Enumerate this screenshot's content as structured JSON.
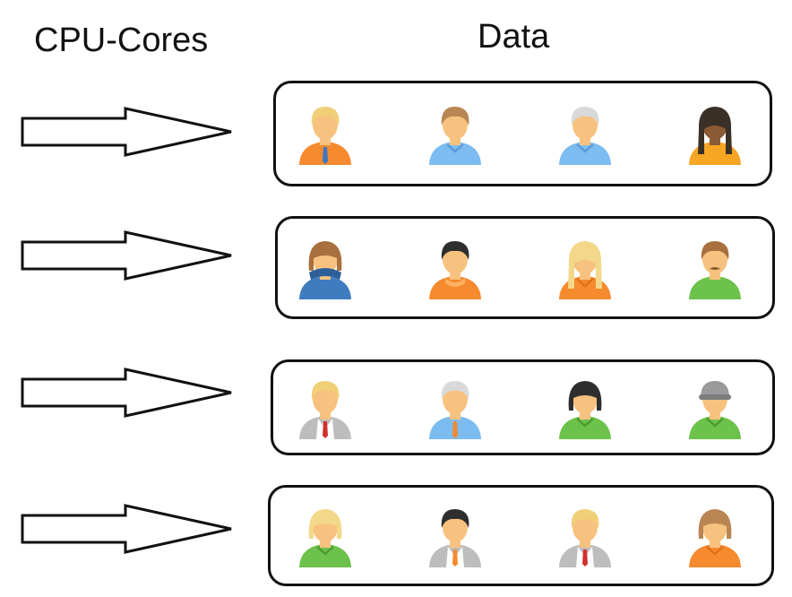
{
  "headings": {
    "left": "CPU-Cores",
    "right": "Data"
  },
  "icons": {
    "core_arrow": "right-arrow-icon",
    "person": "person-avatar-icon"
  },
  "rows": [
    {
      "people": [
        {
          "hair": "#f0cf78",
          "hairStyle": "short",
          "skin": "#f7c27f",
          "shirt": "#f58a2e",
          "detail": "tie",
          "detailColor": "#3a78c2"
        },
        {
          "hair": "#b98653",
          "hairStyle": "short",
          "skin": "#f7c27f",
          "shirt": "#7cbcf0",
          "detail": "collar",
          "detailColor": "#5a9ad8"
        },
        {
          "hair": "#d9d9d9",
          "hairStyle": "short",
          "skin": "#f7c27f",
          "shirt": "#7cbcf0",
          "detail": "collar",
          "detailColor": "#5a9ad8"
        },
        {
          "hair": "#3a3026",
          "hairStyle": "long",
          "skin": "#8a5a34",
          "shirt": "#f5a623",
          "detail": "none",
          "detailColor": "#f5a623"
        }
      ]
    },
    {
      "people": [
        {
          "hair": "#a9703f",
          "hairStyle": "bob",
          "skin": "#f7c27f",
          "shirt": "#3f7bbf",
          "detail": "hood",
          "detailColor": "#2d5f99"
        },
        {
          "hair": "#2e2e2e",
          "hairStyle": "short",
          "skin": "#f7c27f",
          "shirt": "#f58a2e",
          "detail": "scarf",
          "detailColor": "#ffb061"
        },
        {
          "hair": "#f3d889",
          "hairStyle": "long",
          "skin": "#f7c27f",
          "shirt": "#f58a2e",
          "detail": "collar",
          "detailColor": "#e0701a"
        },
        {
          "hair": "#a9703f",
          "hairStyle": "short",
          "skin": "#f7c27f",
          "shirt": "#6cc24a",
          "detail": "mustache",
          "detailColor": "#8a5a2e"
        }
      ]
    },
    {
      "people": [
        {
          "hair": "#f0cf78",
          "hairStyle": "short",
          "skin": "#f7c27f",
          "shirt": "#bdbdbd",
          "detail": "suit-tie",
          "detailColor": "#d0312d"
        },
        {
          "hair": "#d9d9d9",
          "hairStyle": "short",
          "skin": "#f7c27f",
          "shirt": "#7cbcf0",
          "detail": "tie",
          "detailColor": "#f58a2e"
        },
        {
          "hair": "#2e2e2e",
          "hairStyle": "bob",
          "skin": "#f7c27f",
          "shirt": "#6cc24a",
          "detail": "collar",
          "detailColor": "#4e9b32"
        },
        {
          "hair": "#9a9a9a",
          "hairStyle": "cap",
          "skin": "#f7c27f",
          "shirt": "#6cc24a",
          "detail": "collar",
          "detailColor": "#4e9b32"
        }
      ]
    },
    {
      "people": [
        {
          "hair": "#f3d889",
          "hairStyle": "bob",
          "skin": "#f7c27f",
          "shirt": "#6cc24a",
          "detail": "collar",
          "detailColor": "#4e9b32"
        },
        {
          "hair": "#2e2e2e",
          "hairStyle": "short",
          "skin": "#f7c27f",
          "shirt": "#bdbdbd",
          "detail": "suit-tie",
          "detailColor": "#f58a2e"
        },
        {
          "hair": "#f0cf78",
          "hairStyle": "short",
          "skin": "#f7c27f",
          "shirt": "#bdbdbd",
          "detail": "suit-tie",
          "detailColor": "#d0312d"
        },
        {
          "hair": "#b98653",
          "hairStyle": "bob",
          "skin": "#f7c27f",
          "shirt": "#f58a2e",
          "detail": "collar",
          "detailColor": "#e0701a"
        }
      ]
    }
  ]
}
